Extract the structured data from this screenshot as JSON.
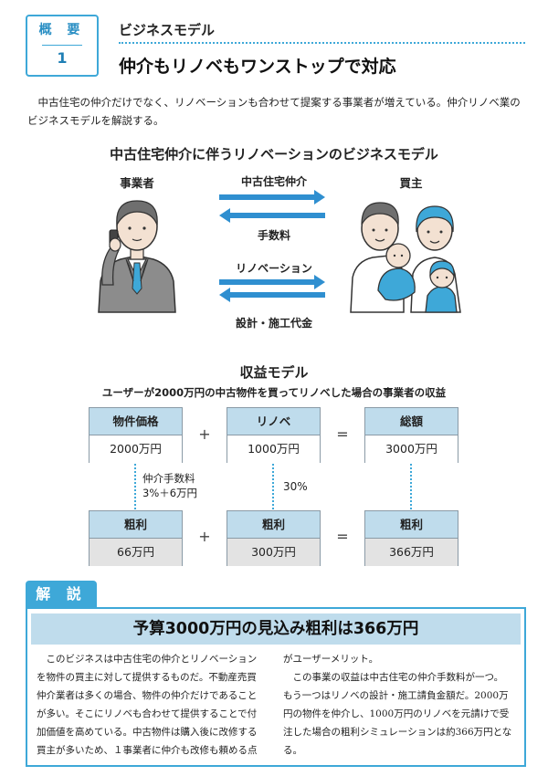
{
  "header": {
    "badge_label": "概 要",
    "badge_number": "1",
    "category": "ビジネスモデル",
    "title": "仲介もリノベもワンストップで対応"
  },
  "intro": "中古住宅の仲介だけでなく、リノベーションも合わせて提案する事業者が増えている。仲介リノベ業のビジネスモデルを解説する。",
  "business_model": {
    "title": "中古住宅仲介に伴うリノベーションのビジネスモデル",
    "left_label": "事業者",
    "right_label": "買主",
    "arrow1": "中古住宅仲介",
    "arrow2": "手数料",
    "arrow3": "リノベーション",
    "arrow4": "設計・施工代金"
  },
  "revenue": {
    "title": "収益モデル",
    "subtitle": "ユーザーが2000万円の中古物件を買ってリノベした場合の事業者の収益",
    "top_row": [
      {
        "header": "物件価格",
        "value": "2000万円"
      },
      {
        "header": "リノベ",
        "value": "1000万円"
      },
      {
        "header": "総額",
        "value": "3000万円"
      }
    ],
    "bottom_row": [
      {
        "header": "粗利",
        "value": "66万円"
      },
      {
        "header": "粗利",
        "value": "300万円"
      },
      {
        "header": "粗利",
        "value": "366万円"
      }
    ],
    "plus": "+",
    "equals": "=",
    "note_left_1": "仲介手数料",
    "note_left_2": "3%＋6万円",
    "note_mid": "30%"
  },
  "explanation": {
    "tab": "解 説",
    "heading": "予算3000万円の見込み粗利は366万円",
    "left_lines": [
      "　このビジネスは中古住宅の仲介とリノベーション",
      "を物件の買主に対して提供するものだ。不動産売買",
      "仲介業者は多くの場合、物件の仲介だけであること",
      "が多い。そこにリノベも合わせて提供することで付",
      "加価値を高めている。中古物件は購入後に改修する",
      "買主が多いため、１事業者に仲介も改修も頼める点"
    ],
    "right_lines": [
      "がユーザーメリット。",
      "　この事業の収益は中古住宅の仲介手数料が一つ。",
      "もう一つはリノベの設計・施工請負金額だ。2000万",
      "円の物件を仲介し、1000万円のリノベを元請けで受",
      "注した場合の粗利シミュレーションは約366万円とな",
      "る。"
    ]
  }
}
